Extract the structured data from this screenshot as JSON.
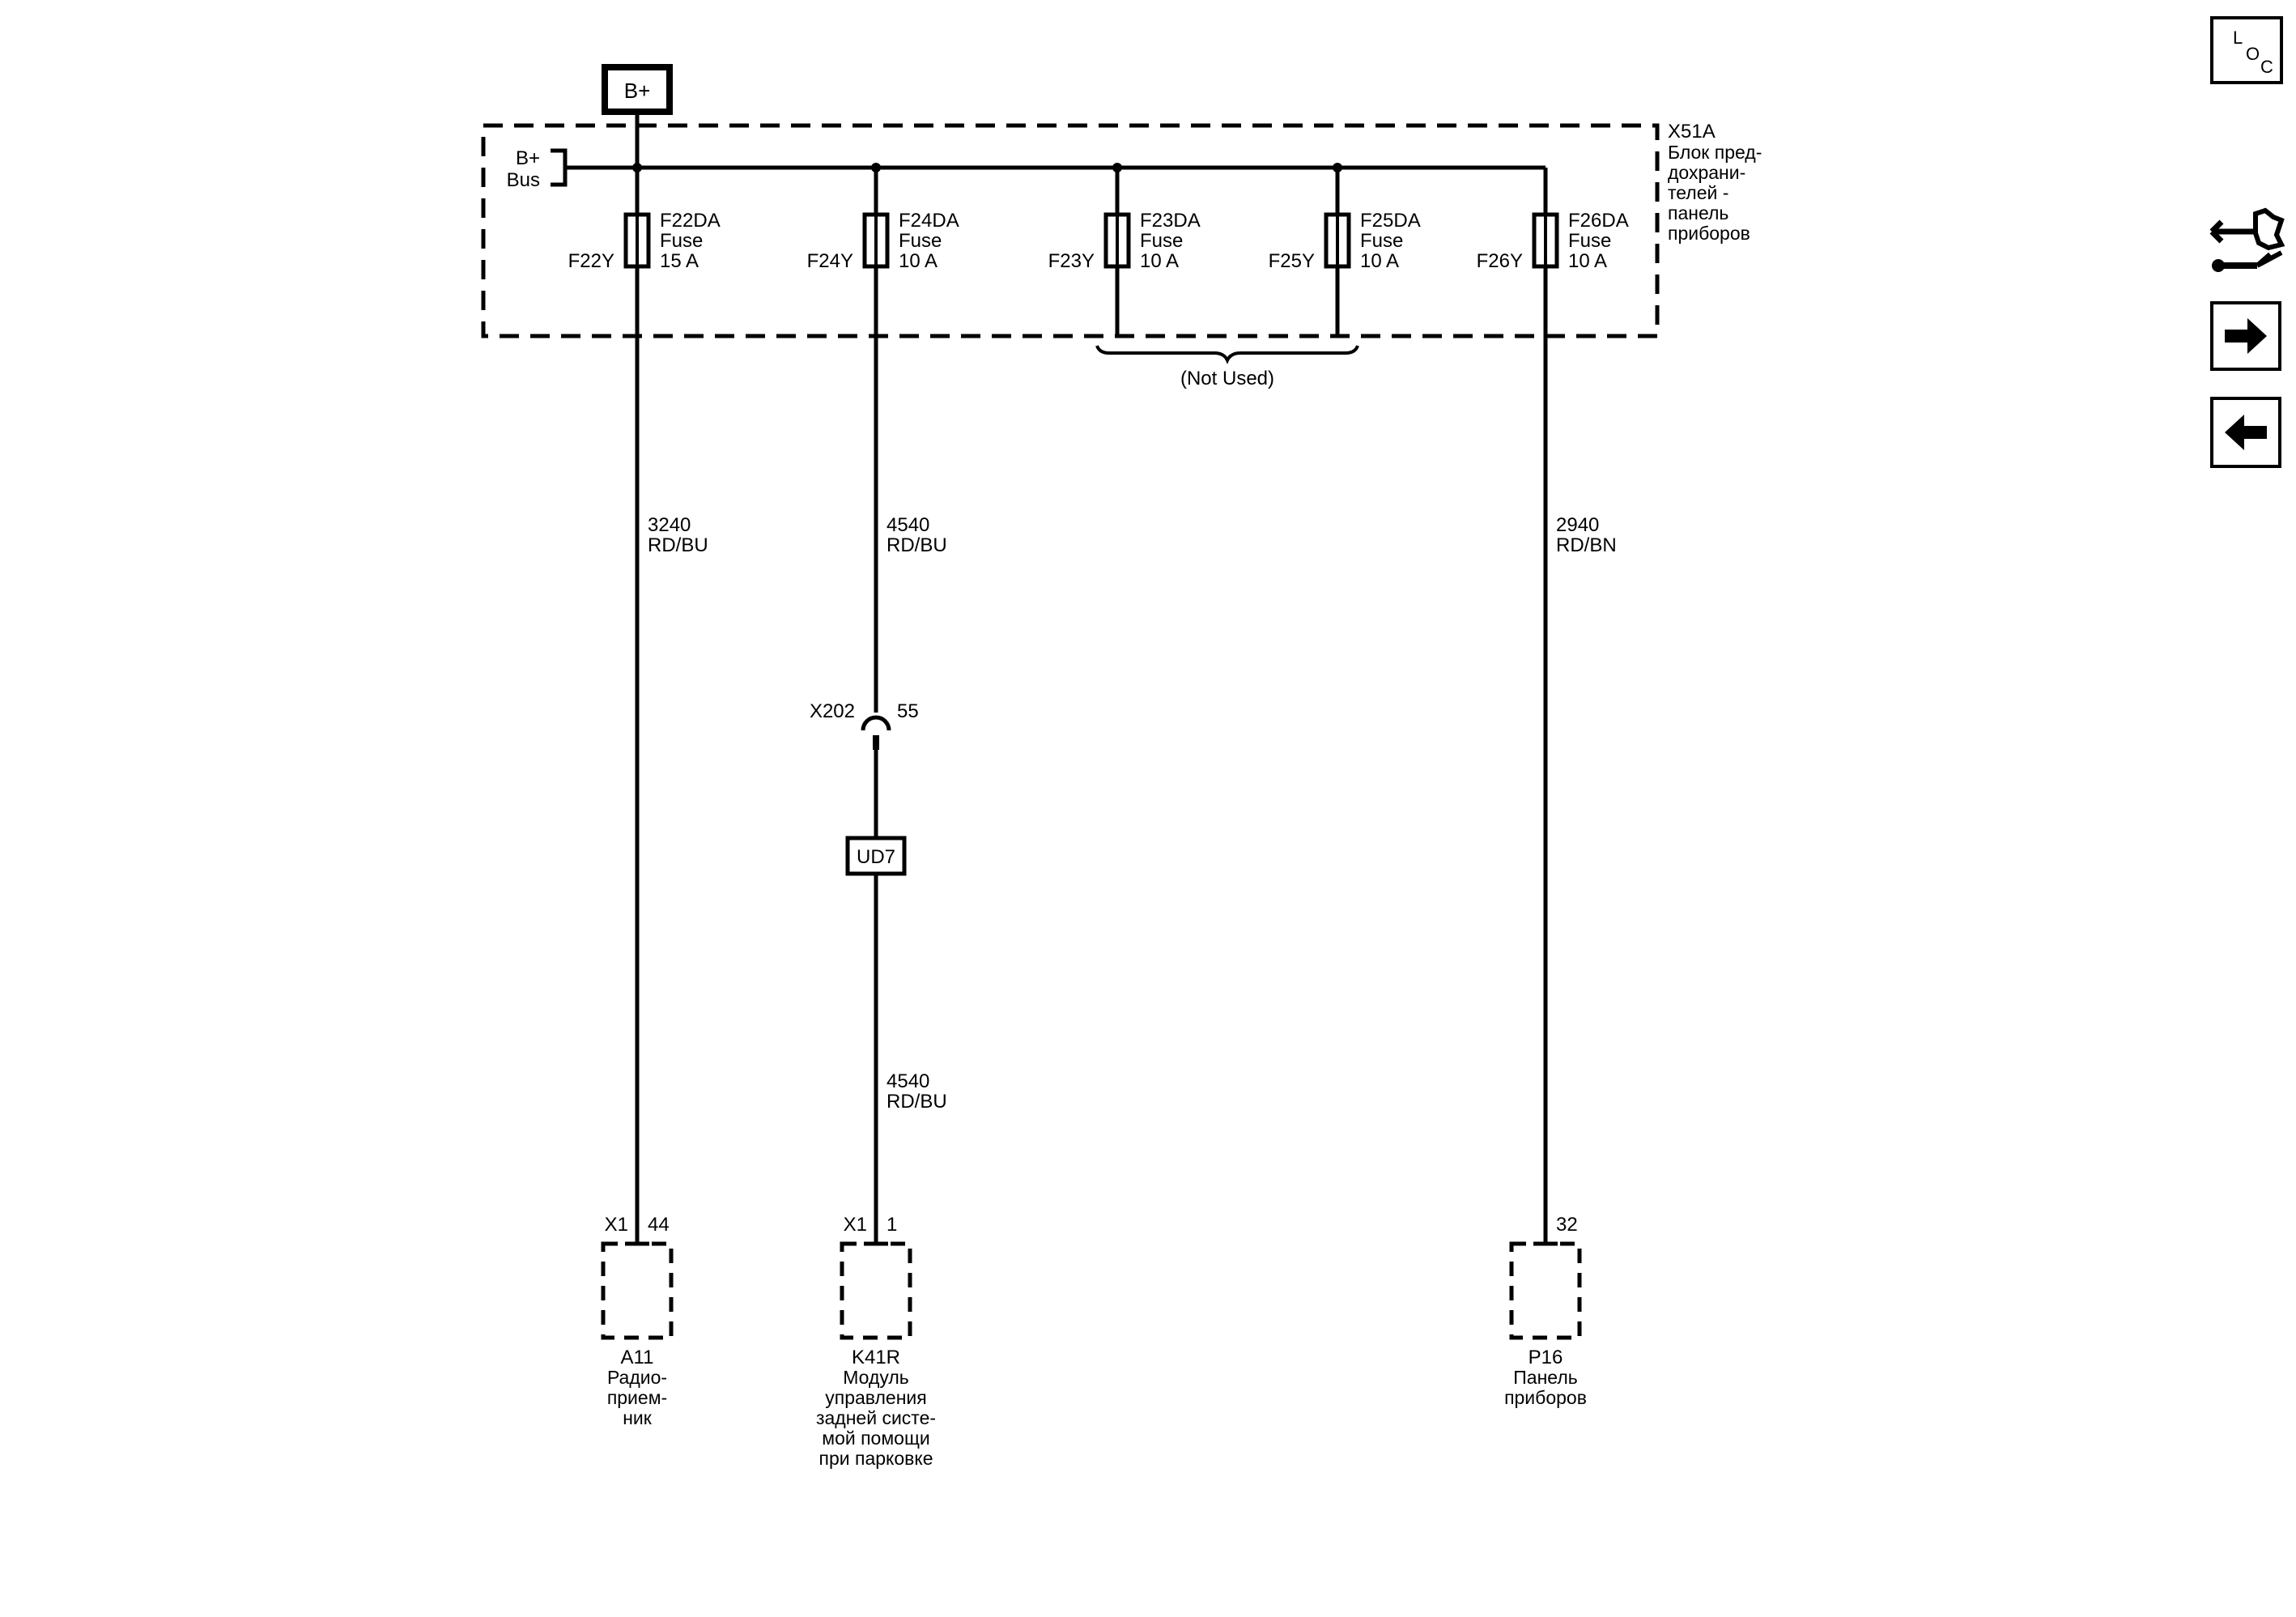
{
  "power": {
    "label": "B+"
  },
  "fuse_block": {
    "id": "X51A",
    "name_lines": [
      "Блок пред-",
      "дохрани-",
      "телей -",
      "панель",
      "приборов"
    ],
    "bus_lines": [
      "B+",
      "Bus"
    ]
  },
  "fuses": [
    {
      "name": "F22DA",
      "type": "Fuse",
      "rating": "15 A",
      "terminal": "F22Y"
    },
    {
      "name": "F24DA",
      "type": "Fuse",
      "rating": "10 A",
      "terminal": "F24Y"
    },
    {
      "name": "F23DA",
      "type": "Fuse",
      "rating": "10 A",
      "terminal": "F23Y"
    },
    {
      "name": "F25DA",
      "type": "Fuse",
      "rating": "10 A",
      "terminal": "F25Y"
    },
    {
      "name": "F26DA",
      "type": "Fuse",
      "rating": "10 A",
      "terminal": "F26Y"
    }
  ],
  "not_used": {
    "label": "(Not Used)"
  },
  "wires": {
    "radio": {
      "circuit": "3240",
      "color": "RD/BU"
    },
    "park_upper": {
      "circuit": "4540",
      "color": "RD/BU"
    },
    "park_lower": {
      "circuit": "4540",
      "color": "RD/BU"
    },
    "cluster": {
      "circuit": "2940",
      "color": "RD/BN"
    }
  },
  "inline_connector": {
    "id": "X202",
    "pin": "55"
  },
  "splice": {
    "label": "UD7"
  },
  "components": {
    "radio": {
      "connector": "X1",
      "pin": "44",
      "id": "A11",
      "name_lines": [
        "Радио-",
        "прием-",
        "ник"
      ]
    },
    "park_assist": {
      "connector": "X1",
      "pin": "1",
      "id": "K41R",
      "name_lines": [
        "Модуль",
        "управления",
        "задней систе-",
        "мой помощи",
        "при парковке"
      ]
    },
    "cluster": {
      "pin": "32",
      "id": "P16",
      "name_lines": [
        "Панель",
        "приборов"
      ]
    }
  },
  "nav": {
    "loc_letters": [
      "L",
      "O",
      "C"
    ],
    "icons": [
      "connector-tool-icon",
      "arrow-right-icon",
      "arrow-left-icon"
    ]
  }
}
